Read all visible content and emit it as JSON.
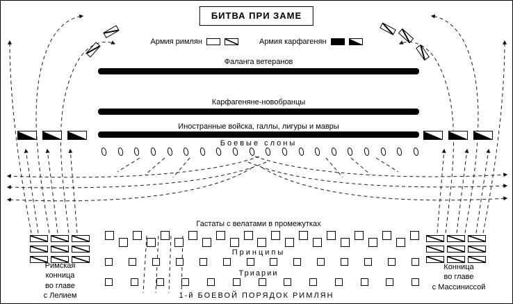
{
  "title": "БИТВА ПРИ ЗАМЕ",
  "legend": {
    "roman_label": "Армия римлян",
    "carthaginian_label": "Армия карфагенян"
  },
  "carthaginian_lines": [
    {
      "label": "Фаланга ветеранов"
    },
    {
      "label": "Карфагеняне-новобранцы"
    },
    {
      "label": "Иностранные войска, галлы, лигуры и мавры"
    }
  ],
  "elephants": {
    "label": "Боевые слоны",
    "count": 20
  },
  "roman_lines": {
    "hastati": {
      "label": "Гастаты с велатами в промежутках",
      "count": 23
    },
    "principes": {
      "label": "Принципы",
      "count": 14
    },
    "triarii": {
      "label": "Триарии",
      "count": 13
    }
  },
  "cavalry": {
    "left": {
      "units": 9,
      "caption_lines": [
        "Римская",
        "конница",
        "во главе",
        "с Лелием"
      ]
    },
    "right": {
      "units": 9,
      "caption_lines": [
        "Конница",
        "во главе",
        "с Массиниссой"
      ]
    },
    "carthaginian_left_units": 3,
    "carthaginian_right_units": 3
  },
  "footer": "1-й БОЕВОЙ ПОРЯДОК РИМЛЯН",
  "colors": {
    "ink": "#000000",
    "paper": "#ffffff"
  }
}
